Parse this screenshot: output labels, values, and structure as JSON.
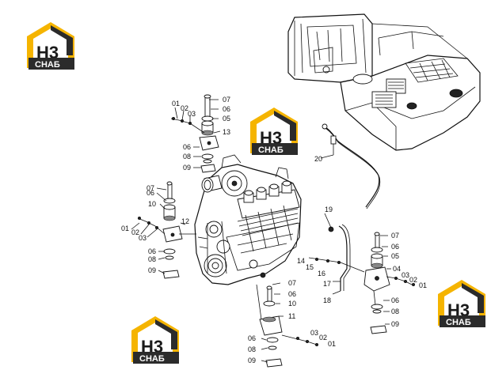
{
  "logo": {
    "mark": "H3",
    "word": "СНАБ",
    "color_accent": "#f5b400",
    "color_dark": "#2b2b2b"
  },
  "callouts": [
    {
      "id": "c1",
      "text": "01"
    },
    {
      "id": "c2",
      "text": "02"
    },
    {
      "id": "c3",
      "text": "03"
    },
    {
      "id": "c4",
      "text": "07"
    },
    {
      "id": "c5",
      "text": "06"
    },
    {
      "id": "c6",
      "text": "05"
    },
    {
      "id": "c7",
      "text": "13"
    },
    {
      "id": "c8",
      "text": "06"
    },
    {
      "id": "c9",
      "text": "08"
    },
    {
      "id": "c10",
      "text": "09"
    },
    {
      "id": "c11",
      "text": "20"
    },
    {
      "id": "c12",
      "text": "07"
    },
    {
      "id": "c13",
      "text": "06"
    },
    {
      "id": "c14",
      "text": "10"
    },
    {
      "id": "c15",
      "text": "12"
    },
    {
      "id": "c16",
      "text": "01"
    },
    {
      "id": "c17",
      "text": "02"
    },
    {
      "id": "c18",
      "text": "03"
    },
    {
      "id": "c19",
      "text": "06"
    },
    {
      "id": "c20",
      "text": "08"
    },
    {
      "id": "c21",
      "text": "09"
    },
    {
      "id": "c22",
      "text": "19"
    },
    {
      "id": "c23",
      "text": "07"
    },
    {
      "id": "c24",
      "text": "06"
    },
    {
      "id": "c25",
      "text": "05"
    },
    {
      "id": "c26",
      "text": "04"
    },
    {
      "id": "c27",
      "text": "03"
    },
    {
      "id": "c28",
      "text": "02"
    },
    {
      "id": "c29",
      "text": "01"
    },
    {
      "id": "c30",
      "text": "14"
    },
    {
      "id": "c31",
      "text": "15"
    },
    {
      "id": "c32",
      "text": "16"
    },
    {
      "id": "c33",
      "text": "17"
    },
    {
      "id": "c34",
      "text": "18"
    },
    {
      "id": "c35",
      "text": "06"
    },
    {
      "id": "c36",
      "text": "08"
    },
    {
      "id": "c37",
      "text": "09"
    },
    {
      "id": "c38",
      "text": "07"
    },
    {
      "id": "c39",
      "text": "06"
    },
    {
      "id": "c40",
      "text": "10"
    },
    {
      "id": "c41",
      "text": "11"
    },
    {
      "id": "c42",
      "text": "06"
    },
    {
      "id": "c43",
      "text": "08"
    },
    {
      "id": "c44",
      "text": "09"
    },
    {
      "id": "c45",
      "text": "03"
    },
    {
      "id": "c46",
      "text": "02"
    },
    {
      "id": "c47",
      "text": "01"
    }
  ]
}
